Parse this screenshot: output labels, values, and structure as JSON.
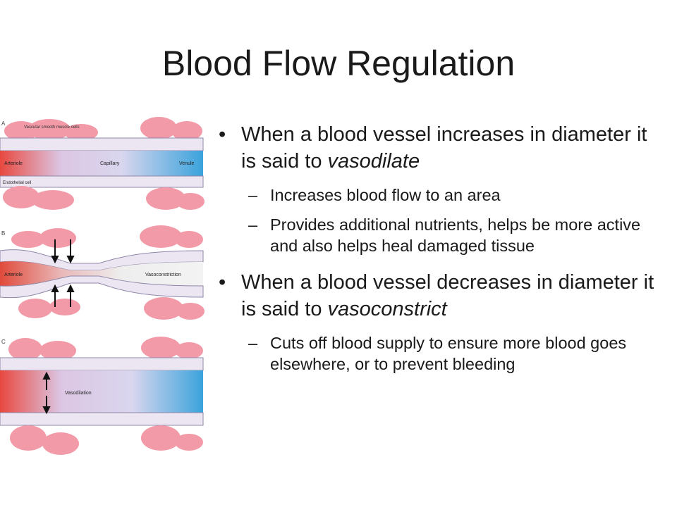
{
  "title": "Blood Flow Regulation",
  "diagram": {
    "panels": [
      {
        "letter": "A",
        "labels": {
          "cells": "Vascular smooth muscle cells",
          "left": "Arteriole",
          "middle": "Capillary",
          "right": "Venule",
          "lining": "Endothelial cell"
        }
      },
      {
        "letter": "B",
        "labels": {
          "left": "Arteriole",
          "right": "Vasoconstriction"
        }
      },
      {
        "letter": "C",
        "labels": {
          "middle": "Vasodilation"
        }
      }
    ],
    "colors": {
      "artery": "#e8483f",
      "capillary": "#d9d6ee",
      "vein": "#3aa3dc",
      "cell": "#f29aa8",
      "lining": "#ece6f2"
    }
  },
  "bullets": [
    {
      "marker": "•",
      "text_start": "When a blood vessel increases in diameter it is said to ",
      "text_em": "vasodilate",
      "subs": [
        {
          "marker": "–",
          "text": "Increases blood flow to an area"
        },
        {
          "marker": "–",
          "text": "Provides additional nutrients, helps be more active and also helps heal damaged tissue"
        }
      ]
    },
    {
      "marker": "•",
      "text_start": "When a blood vessel decreases in diameter it is said to ",
      "text_em": "vasoconstrict",
      "subs": [
        {
          "marker": "–",
          "text": "Cuts off blood supply to ensure more blood goes elsewhere, or to prevent bleeding"
        }
      ]
    }
  ]
}
